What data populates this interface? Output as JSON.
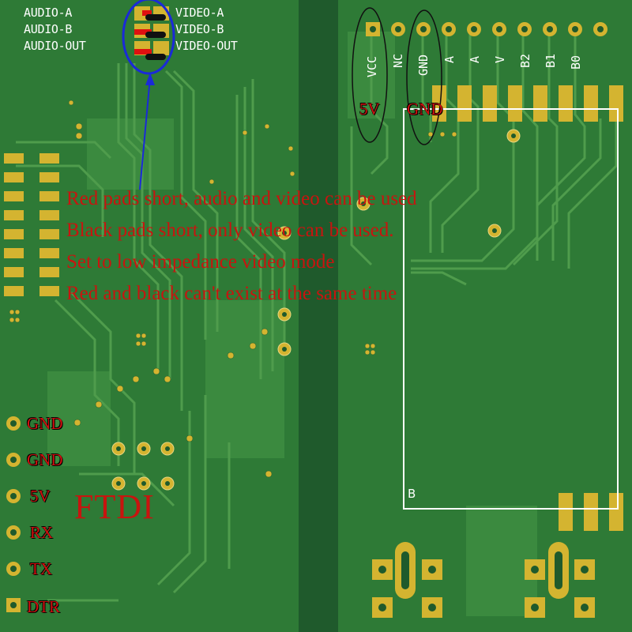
{
  "silkscreen_left": [
    "AUDIO-A",
    "AUDIO-B",
    "AUDIO-OUT"
  ],
  "silkscreen_right": [
    "VIDEO-A",
    "VIDEO-B",
    "VIDEO-OUT"
  ],
  "header_pins": [
    "VCC",
    "NC",
    "GND",
    "A",
    "A",
    "V",
    "B2",
    "B1",
    "B0"
  ],
  "power_labels": {
    "v5": "5V",
    "gnd": "GND"
  },
  "notes": [
    "Red pads short, audio and video can be used",
    "Black pads short, only video can be used.",
    "Set to low impedance video mode",
    "Red and black can't exist at the same time"
  ],
  "ftdi_pins": [
    "GND",
    "GND",
    "5V",
    "RX",
    "TX",
    "DTR"
  ],
  "ftdi_label": "FTDI",
  "outline_label": "B",
  "colors": {
    "board": "#2e7a36",
    "board_dark": "#1f5a2c",
    "gold": "#d4b430",
    "silkscreen": "#ffffff",
    "annotation": "#c8140f",
    "marker": "#1a2ad8"
  }
}
